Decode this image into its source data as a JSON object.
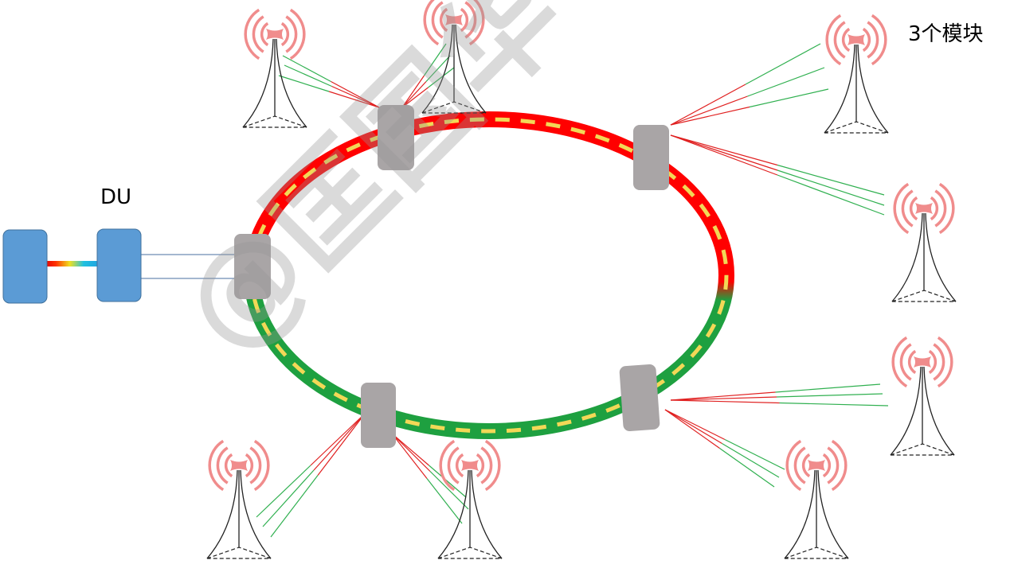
{
  "labels": {
    "du": "DU",
    "modules": "3个模块"
  },
  "watermark": "@匡国华",
  "colors": {
    "ring_upper": "#ff0000",
    "ring_lower": "#1ea040",
    "ring_dash": "#f2d857",
    "module": "#a9a5a6",
    "du_box": "#5b9bd5",
    "signal": "#f08c8c",
    "link_red": "#e02020",
    "link_green": "#30b050"
  }
}
